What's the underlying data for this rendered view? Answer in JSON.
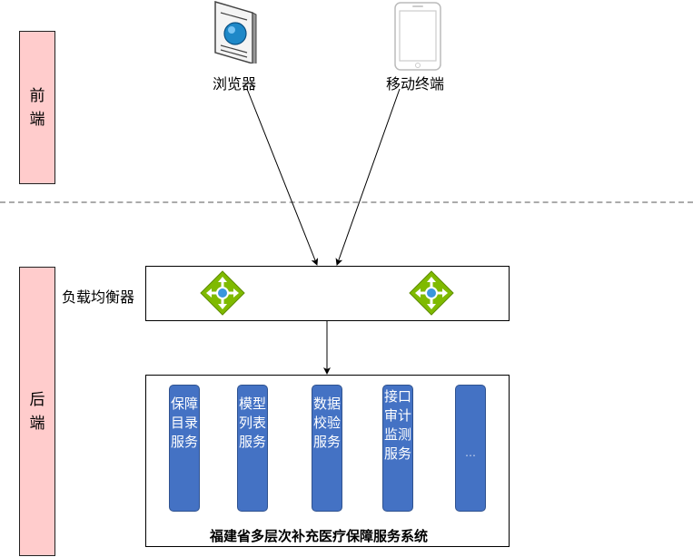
{
  "frontend": {
    "label": "前端"
  },
  "backend": {
    "label": "后端"
  },
  "clients": {
    "browser": {
      "label": "浏览器",
      "icon": "browser-icon"
    },
    "mobile": {
      "label": "移动终端",
      "icon": "mobile-phone-icon"
    }
  },
  "load_balancer": {
    "label": "负载均衡器",
    "icon": "load-balancer-icon"
  },
  "system": {
    "title": "福建省多层次补充医疗保障服务系统",
    "services": [
      {
        "label": "保障目录服务"
      },
      {
        "label": "模型列表服务"
      },
      {
        "label": "数据校验服务"
      },
      {
        "label": "接口审计监测服务"
      },
      {
        "label": "…"
      }
    ]
  },
  "colors": {
    "band": "#ffcccc",
    "service": "#4472c4",
    "lb_icon": "#7fba00"
  }
}
